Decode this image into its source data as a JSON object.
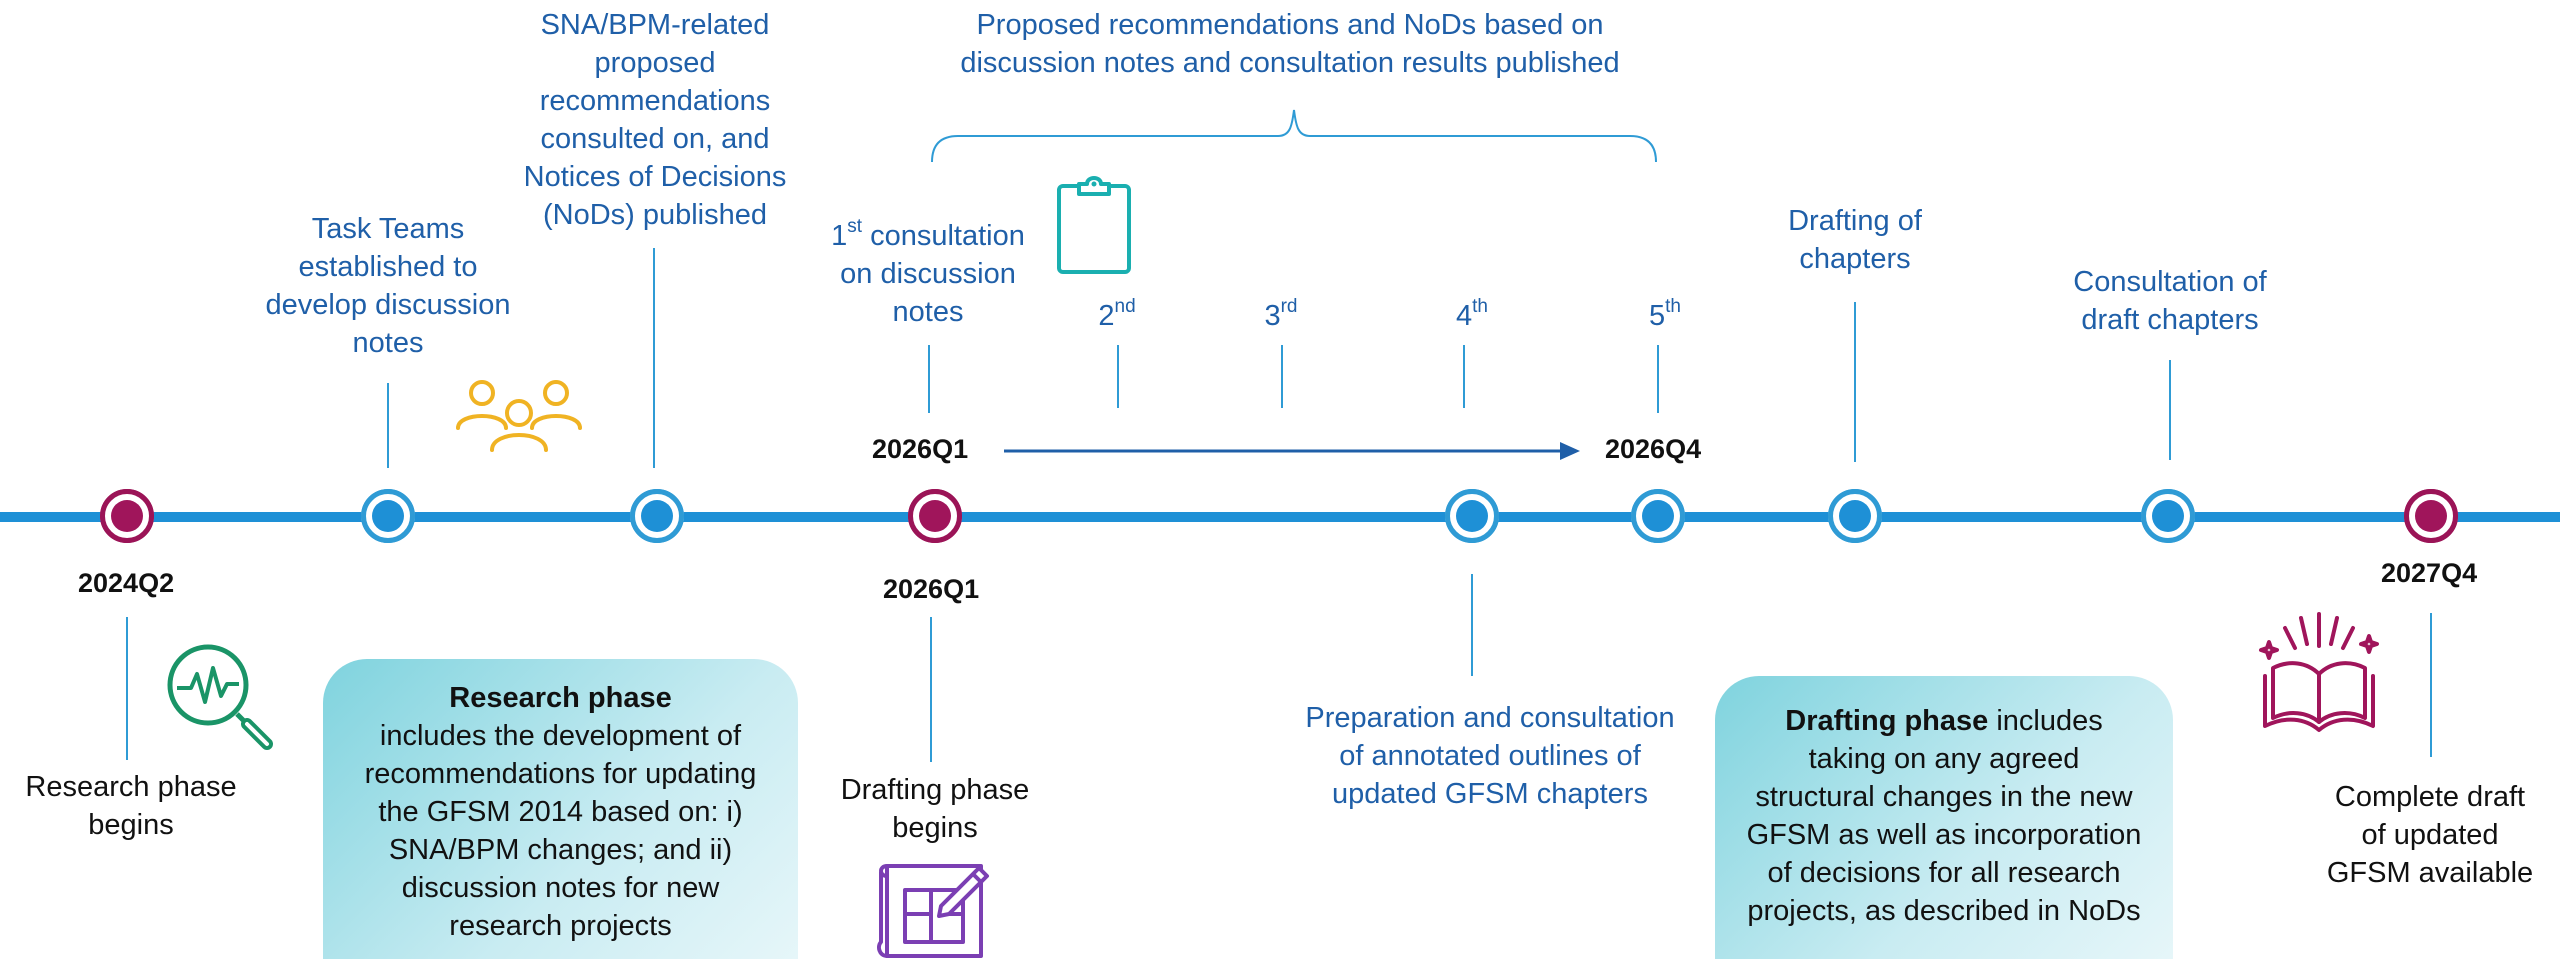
{
  "milestones": {
    "research_begins": {
      "date": "2024Q2",
      "label_line1": "Research phase",
      "label_line2": "begins"
    },
    "task_teams": {
      "lines": [
        "Task Teams",
        "established to",
        "develop discussion",
        "notes"
      ]
    },
    "sna_bpm": {
      "lines": [
        "SNA/BPM-related",
        "proposed",
        "recommendations",
        "consulted on, and",
        "Notices of Decisions",
        "(NoDs) published"
      ]
    },
    "drafting_begins": {
      "date": "2026Q1",
      "label_line1": "Drafting phase",
      "label_line2": "begins"
    },
    "annotated_outlines": {
      "lines": [
        "Preparation and consultation",
        "of annotated outlines of",
        "updated GFSM chapters"
      ]
    },
    "drafting_chapters": {
      "lines": [
        "Drafting of",
        "chapters"
      ]
    },
    "consultation_draft": {
      "lines": [
        "Consultation of",
        "draft chapters"
      ]
    },
    "complete_draft": {
      "date": "2027Q4",
      "lines": [
        "Complete draft",
        "of updated",
        "GFSM available"
      ]
    }
  },
  "consultations": {
    "bracket_text_line1": "Proposed recommendations and NoDs based on",
    "bracket_text_line2": "discussion notes and consultation results published",
    "first": {
      "num": "1",
      "sup": "st",
      "rest": " consultation",
      "line2": "on discussion",
      "line3": "notes"
    },
    "second": {
      "num": "2",
      "sup": "nd"
    },
    "third": {
      "num": "3",
      "sup": "rd"
    },
    "fourth": {
      "num": "4",
      "sup": "th"
    },
    "fifth": {
      "num": "5",
      "sup": "th"
    },
    "start_date": "2026Q1",
    "end_date": "2026Q4"
  },
  "research_box": {
    "title": "Research phase",
    "lines": [
      "includes the development of",
      "recommendations for updating",
      "the GFSM 2014 based on: i)",
      "SNA/BPM changes; and ii)",
      "discussion notes for new",
      "research projects"
    ]
  },
  "drafting_box": {
    "title": "Drafting phase",
    "title_rest": " includes",
    "lines": [
      "taking on any agreed",
      "structural changes in the new",
      "GFSM as well as incorporation",
      "of decisions for all research",
      "projects, as described in NoDs"
    ]
  },
  "colors": {
    "timeline": "#1E90D6",
    "text_blue": "#1F5FA8",
    "milestone_red": "#A0155B",
    "icon_teal": "#1AAFB0",
    "icon_gold": "#F0B323",
    "icon_green": "#1A9467",
    "icon_purple": "#7B3FB3"
  },
  "icons": [
    "search-analytics-icon",
    "people-group-icon",
    "clipboard-icon",
    "blueprint-icon",
    "open-book-icon"
  ]
}
